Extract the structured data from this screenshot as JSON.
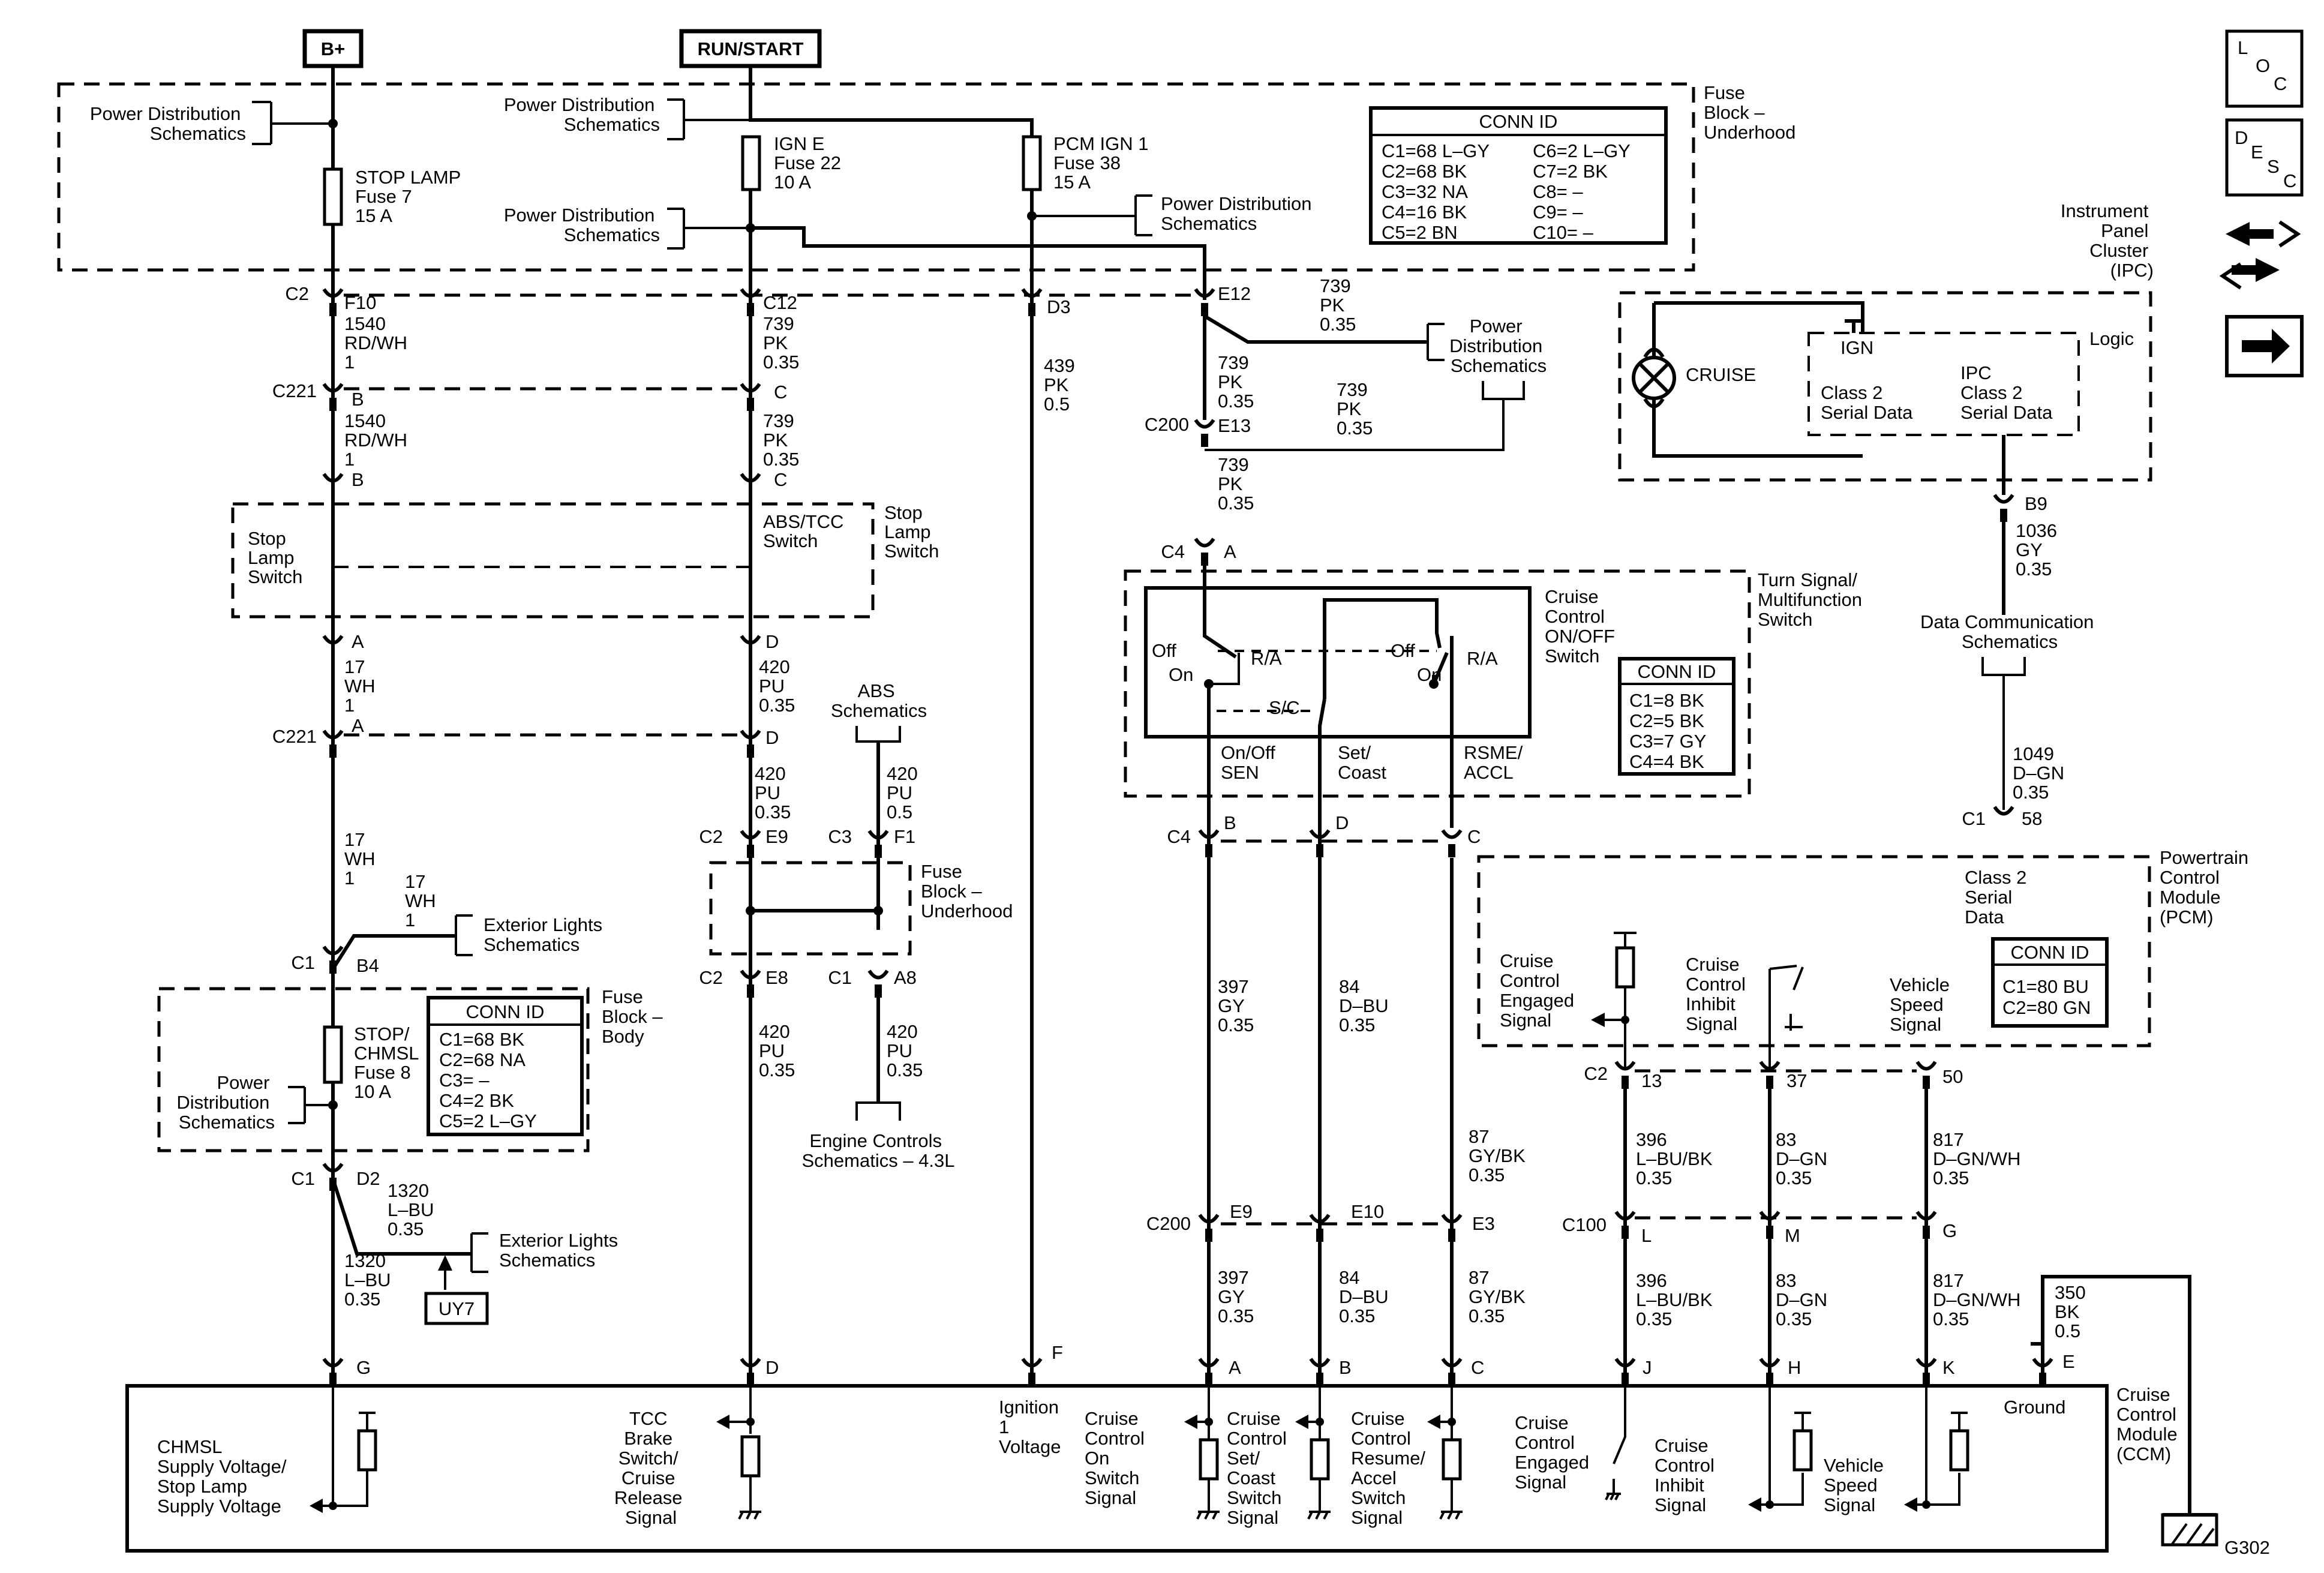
{
  "supplies": {
    "bplus": "B+",
    "runstart": "RUN/START"
  },
  "modules": {
    "fuse_block_underhood": [
      "Fuse",
      "Block –",
      "Underhood"
    ],
    "fuse_block_underhood_2": [
      "Fuse",
      "Block –",
      "Underhood"
    ],
    "fuse_block_body": [
      "Fuse",
      "Block –",
      "Body"
    ],
    "ipc": [
      "Instrument",
      "Panel",
      "Cluster",
      "(IPC)"
    ],
    "ipc_logic": "Logic",
    "turn_signal": [
      "Turn Signal/",
      "Multifunction",
      "Switch"
    ],
    "pcm": [
      "Powertrain",
      "Control",
      "Module",
      "(PCM)"
    ],
    "ccm": [
      "Cruise",
      "Control",
      "Module",
      "(CCM)"
    ],
    "stop_lamp_switch": [
      "Stop",
      "Lamp",
      "Switch"
    ],
    "stop_lamp_switch_right": [
      "Stop",
      "Lamp",
      "Switch"
    ],
    "abs_tcc_switch": [
      "ABS/TCC",
      "Switch"
    ],
    "cruise_onoff_switch": [
      "Cruise",
      "Control",
      "ON/OFF",
      "Switch"
    ]
  },
  "fuses": [
    {
      "id": "stop_lamp",
      "lines": [
        "STOP LAMP",
        "Fuse 7",
        "15 A"
      ]
    },
    {
      "id": "ign_e",
      "lines": [
        "IGN E",
        "Fuse 22",
        "10 A"
      ]
    },
    {
      "id": "pcm_ign1",
      "lines": [
        "PCM IGN 1",
        "Fuse 38",
        "15 A"
      ]
    },
    {
      "id": "stop_chmsl",
      "lines": [
        "STOP/",
        "CHMSL",
        "Fuse 8",
        "10 A"
      ]
    }
  ],
  "conn_tables": {
    "underhood": {
      "title": "CONN ID",
      "left": [
        "C1=68 L–GY",
        "C2=68 BK",
        "C3=32 NA",
        "C4=16 BK",
        "C5=2 BN"
      ],
      "right": [
        "C6=2 L–GY",
        "C7=2 BK",
        "C8= –",
        "C9= –",
        "C10= –"
      ]
    },
    "body": {
      "title": "CONN ID",
      "rows": [
        "C1=68 BK",
        "C2=68 NA",
        "C3= –",
        "C4=2 BK",
        "C5=2 L–GY"
      ]
    },
    "turn_signal": {
      "title": "CONN ID",
      "rows": [
        "C1=8 BK",
        "C2=5 BK",
        "C3=7 GY",
        "C4=4 BK"
      ]
    },
    "pcm": {
      "title": "CONN ID",
      "rows": [
        "C1=80 BU",
        "C2=80 GN"
      ]
    }
  },
  "references": {
    "pds": [
      "Power Distribution",
      "Schematics"
    ],
    "pds_block": [
      "Power",
      "Distribution",
      "Schematics"
    ],
    "exterior_lights": [
      "Exterior Lights",
      "Schematics"
    ],
    "abs": [
      "ABS",
      "Schematics"
    ],
    "engine_controls": [
      "Engine Controls",
      "Schematics – 4.3L"
    ],
    "data_comm": [
      "Data Communication",
      "Schematics"
    ],
    "uy7": "UY7"
  },
  "wires": {
    "w1540a": [
      "1540",
      "RD/WH",
      "1"
    ],
    "w1540b": [
      "1540",
      "RD/WH",
      "1"
    ],
    "w17a": [
      "17",
      "WH",
      "1"
    ],
    "w17b": [
      "17",
      "WH",
      "1"
    ],
    "w17c": [
      "17",
      "WH",
      "1"
    ],
    "w1320a": [
      "1320",
      "L–BU",
      "0.35"
    ],
    "w1320b": [
      "1320",
      "L–BU",
      "0.35"
    ],
    "w739a": [
      "739",
      "PK",
      "0.35"
    ],
    "w739b": [
      "739",
      "PK",
      "0.35"
    ],
    "w739c": [
      "739",
      "PK",
      "0.35"
    ],
    "w739d": [
      "739",
      "PK",
      "0.35"
    ],
    "w739e": [
      "739",
      "PK",
      "0.35"
    ],
    "w739f": [
      "739",
      "PK",
      "0.35"
    ],
    "w420a": [
      "420",
      "PU",
      "0.35"
    ],
    "w420b": [
      "420",
      "PU",
      "0.35"
    ],
    "w420c": [
      "420",
      "PU",
      "0.5"
    ],
    "w420d": [
      "420",
      "PU",
      "0.35"
    ],
    "w420e": [
      "420",
      "PU",
      "0.35"
    ],
    "w439": [
      "439",
      "PK",
      "0.5"
    ],
    "w397a": [
      "397",
      "GY",
      "0.35"
    ],
    "w397b": [
      "397",
      "GY",
      "0.35"
    ],
    "w84a": [
      "84",
      "D–BU",
      "0.35"
    ],
    "w84b": [
      "84",
      "D–BU",
      "0.35"
    ],
    "w87a": [
      "87",
      "GY/BK",
      "0.35"
    ],
    "w87b": [
      "87",
      "GY/BK",
      "0.35"
    ],
    "w1036": [
      "1036",
      "GY",
      "0.35"
    ],
    "w1049": [
      "1049",
      "D–GN",
      "0.35"
    ],
    "w396a": [
      "396",
      "L–BU/BK",
      "0.35"
    ],
    "w396b": [
      "396",
      "L–BU/BK",
      "0.35"
    ],
    "w83a": [
      "83",
      "D–GN",
      "0.35"
    ],
    "w83b": [
      "83",
      "D–GN",
      "0.35"
    ],
    "w817a": [
      "817",
      "D–GN/WH",
      "0.35"
    ],
    "w817b": [
      "817",
      "D–GN/WH",
      "0.35"
    ],
    "w350": [
      "350",
      "BK",
      "0.5"
    ]
  },
  "connectors": {
    "c2": "C2",
    "c221": "C221",
    "c1": "C1",
    "c200": "C200",
    "c4": "C4",
    "c3": "C3",
    "c100": "C100",
    "f10": "F10",
    "c12": "C12",
    "d3": "D3",
    "e12": "E12",
    "e13": "E13",
    "b": "B",
    "c": "C",
    "a": "A",
    "d": "D",
    "e9": "E9",
    "f1": "F1",
    "e8": "E8",
    "a8": "A8",
    "b4": "B4",
    "d2": "D2",
    "g": "G",
    "f": "F",
    "e": "E",
    "e10": "E10",
    "e3": "E3",
    "j": "J",
    "h": "H",
    "k": "K",
    "l": "L",
    "m": "M",
    "b9": "B9",
    "p58": "58",
    "p13": "13",
    "p37": "37",
    "p50": "50"
  },
  "switch_labels": {
    "off": "Off",
    "on": "On",
    "ra": "R/A",
    "sc": "S/C",
    "onoff_sen": [
      "On/Off",
      "SEN"
    ],
    "set_coast": [
      "Set/",
      "Coast"
    ],
    "rsme_accl": [
      "RSME/",
      "ACCL"
    ]
  },
  "ipc_labels": {
    "cruise": "CRUISE",
    "ign": "IGN",
    "class2_serial": [
      "Class 2",
      "Serial Data"
    ],
    "ipc_class2": [
      "IPC",
      "Class 2",
      "Serial Data"
    ]
  },
  "pcm_labels": {
    "class2": [
      "Class 2",
      "Serial",
      "Data"
    ],
    "engaged": [
      "Cruise",
      "Control",
      "Engaged",
      "Signal"
    ],
    "inhibit": [
      "Cruise",
      "Control",
      "Inhibit",
      "Signal"
    ],
    "vss": [
      "Vehicle",
      "Speed",
      "Signal"
    ]
  },
  "ccm_labels": {
    "chmsl": [
      "CHMSL",
      "Supply Voltage/",
      "Stop Lamp",
      "Supply Voltage"
    ],
    "tcc": [
      "TCC",
      "Brake",
      "Switch/",
      "Cruise",
      "Release",
      "Signal"
    ],
    "ign": [
      "Ignition",
      "1",
      "Voltage"
    ],
    "on_sw": [
      "Cruise",
      "Control",
      "On",
      "Switch",
      "Signal"
    ],
    "set_sw": [
      "Cruise",
      "Control",
      "Set/",
      "Coast",
      "Switch",
      "Signal"
    ],
    "resume_sw": [
      "Cruise",
      "Control",
      "Resume/",
      "Accel",
      "Switch",
      "Signal"
    ],
    "engaged": [
      "Cruise",
      "Control",
      "Engaged",
      "Signal"
    ],
    "inhibit": [
      "Cruise",
      "Control",
      "Inhibit",
      "Signal"
    ],
    "vss": [
      "Vehicle",
      "Speed",
      "Signal"
    ],
    "ground": "Ground"
  },
  "ground_id": "G302",
  "nav": {
    "loc": [
      "L",
      "O",
      "C"
    ],
    "desc": [
      "D",
      "E",
      "S",
      "C"
    ]
  }
}
